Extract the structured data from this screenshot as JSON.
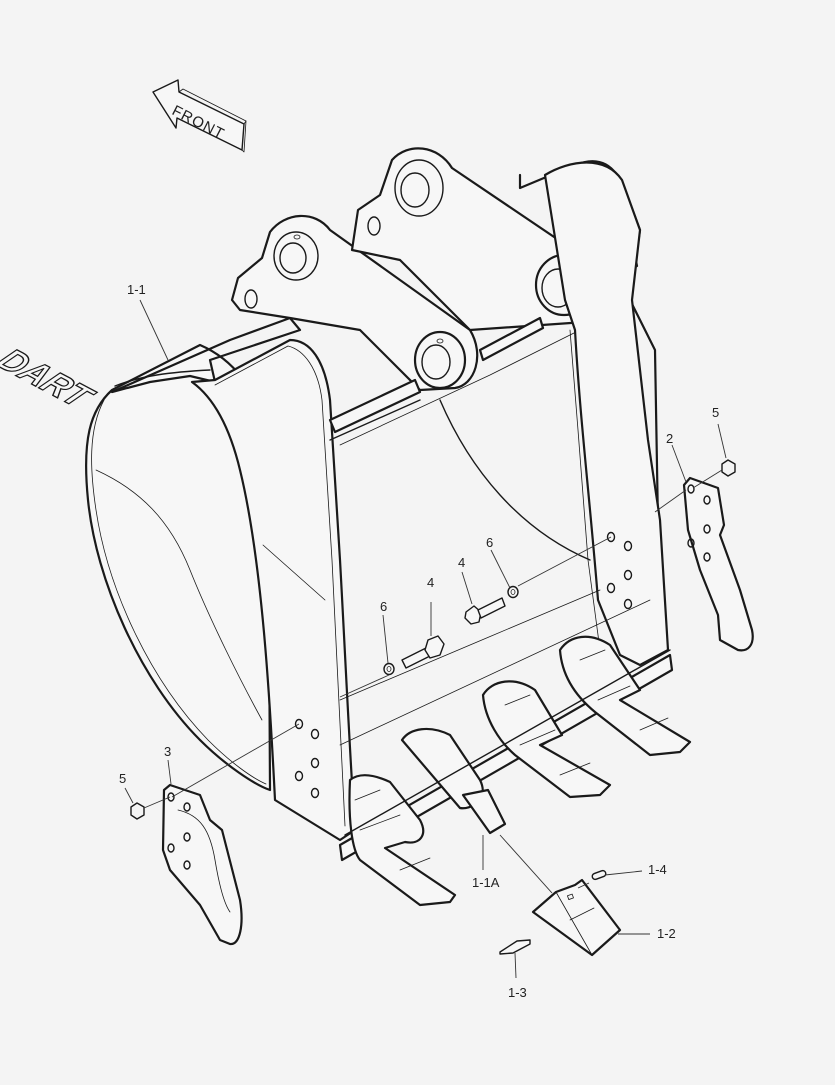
{
  "diagram": {
    "type": "exploded-parts-diagram",
    "subject": "excavator bucket assembly",
    "background_color": "#f4f4f4",
    "line_color": "#1a1a1a",
    "front_arrow": {
      "label": "FRONT",
      "direction": "up-left"
    },
    "logo_text": "DART",
    "callouts": [
      {
        "id": "1-1",
        "label": "1-1",
        "part": "bucket body"
      },
      {
        "id": "1-1A",
        "label": "1-1A",
        "part": "tooth adapter"
      },
      {
        "id": "1-2",
        "label": "1-2",
        "part": "tooth point"
      },
      {
        "id": "1-3",
        "label": "1-3",
        "part": "lock pin"
      },
      {
        "id": "1-4",
        "label": "1-4",
        "part": "retainer"
      },
      {
        "id": "2",
        "label": "2",
        "part": "side cutter (right)"
      },
      {
        "id": "3",
        "label": "3",
        "part": "side cutter (left)"
      },
      {
        "id": "4a",
        "label": "4",
        "part": "bolt"
      },
      {
        "id": "4b",
        "label": "4",
        "part": "bolt"
      },
      {
        "id": "5a",
        "label": "5",
        "part": "nut"
      },
      {
        "id": "5b",
        "label": "5",
        "part": "nut"
      },
      {
        "id": "6a",
        "label": "6",
        "part": "washer"
      },
      {
        "id": "6b",
        "label": "6",
        "part": "washer"
      }
    ]
  }
}
